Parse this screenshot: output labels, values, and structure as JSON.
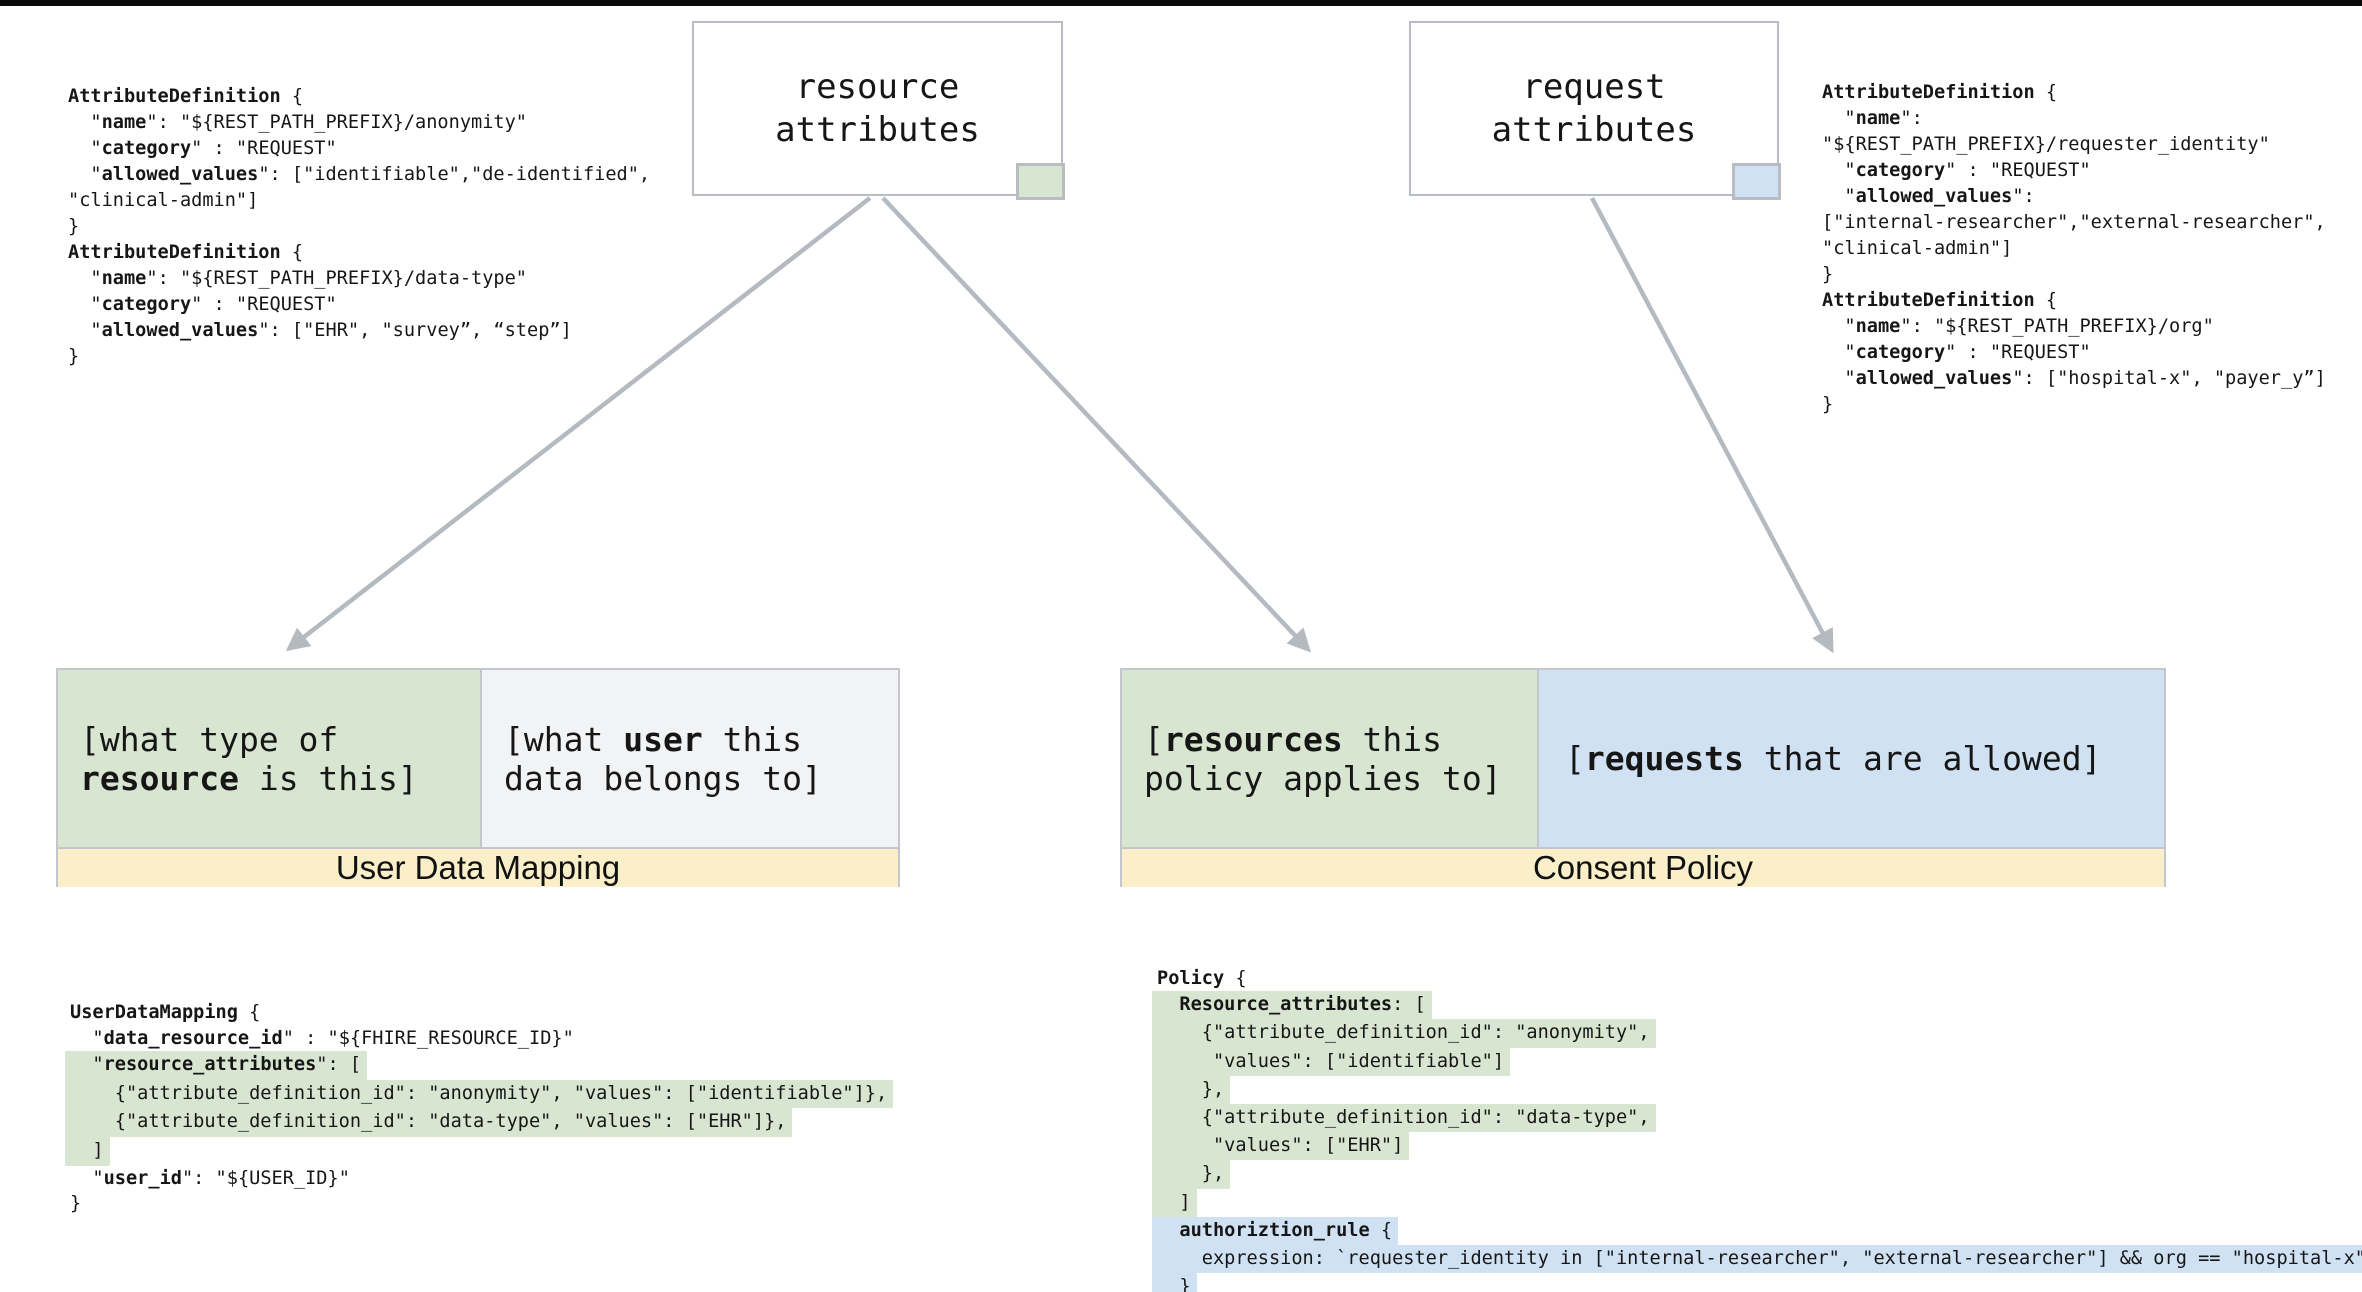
{
  "colors": {
    "green": "#d8e5d0",
    "blue": "#cfe1f2",
    "yellow": "#faefc8",
    "graycell": "#f1f3f4",
    "border": "#b7bdc3",
    "border2": "#c3c7cb",
    "arrow": "#b5bac1"
  },
  "top_boxes": {
    "resource": {
      "label": "resource\nattributes",
      "swatch_color": "#d8e5d0"
    },
    "request": {
      "label": "request\nattributes",
      "swatch_color": "#cfe1f2"
    }
  },
  "mapping_box": {
    "strip_label": "User Data Mapping",
    "cells": [
      {
        "bg": "green",
        "lines": [
          [
            {
              "t": "[what type of"
            }
          ],
          [
            {
              "t": "resource",
              "b": true
            },
            {
              "t": " is this]"
            }
          ]
        ]
      },
      {
        "bg": "gray",
        "lines": [
          [
            {
              "t": "[what "
            },
            {
              "t": "user",
              "b": true
            },
            {
              "t": " this"
            }
          ],
          [
            {
              "t": "data belongs to]"
            }
          ]
        ]
      }
    ]
  },
  "policy_box": {
    "strip_label": "Consent Policy",
    "cells": [
      {
        "bg": "green",
        "lines": [
          [
            {
              "t": "["
            },
            {
              "t": "resources",
              "b": true
            },
            {
              "t": " this"
            }
          ],
          [
            {
              "t": "policy applies to]"
            }
          ]
        ]
      },
      {
        "bg": "blue",
        "lines": [
          [
            {
              "t": "["
            },
            {
              "t": "requests",
              "b": true
            },
            {
              "t": " that are allowed]"
            }
          ]
        ]
      }
    ]
  },
  "code_blocks": {
    "attr_left": {
      "lines": [
        {
          "s": [
            {
              "t": "AttributeDefinition",
              "b": true
            },
            {
              "t": " {"
            }
          ]
        },
        {
          "s": [
            {
              "t": "  \""
            },
            {
              "t": "name",
              "b": true
            },
            {
              "t": "\": \"${REST_PATH_PREFIX}/anonymity\""
            }
          ]
        },
        {
          "s": [
            {
              "t": "  \""
            },
            {
              "t": "category",
              "b": true
            },
            {
              "t": "\" : \"REQUEST\""
            }
          ]
        },
        {
          "s": [
            {
              "t": "  \""
            },
            {
              "t": "allowed_values",
              "b": true
            },
            {
              "t": "\": [\"identifiable\",\"de-identified\","
            }
          ]
        },
        {
          "s": [
            {
              "t": "\"clinical-admin\"]"
            }
          ]
        },
        {
          "s": [
            {
              "t": "}"
            }
          ]
        },
        {
          "s": [
            {
              "t": "AttributeDefinition",
              "b": true
            },
            {
              "t": " {"
            }
          ]
        },
        {
          "s": [
            {
              "t": "  \""
            },
            {
              "t": "name",
              "b": true
            },
            {
              "t": "\": \"${REST_PATH_PREFIX}/data-type\""
            }
          ]
        },
        {
          "s": [
            {
              "t": "  \""
            },
            {
              "t": "category",
              "b": true
            },
            {
              "t": "\" : \"REQUEST\""
            }
          ]
        },
        {
          "s": [
            {
              "t": "  \""
            },
            {
              "t": "allowed_values",
              "b": true
            },
            {
              "t": "\": [\"EHR\", \"survey”, “step”]"
            }
          ]
        },
        {
          "s": [
            {
              "t": "}"
            }
          ]
        }
      ]
    },
    "attr_right": {
      "lines": [
        {
          "s": [
            {
              "t": "AttributeDefinition",
              "b": true
            },
            {
              "t": " {"
            }
          ]
        },
        {
          "s": [
            {
              "t": "  \""
            },
            {
              "t": "name",
              "b": true
            },
            {
              "t": "\":"
            }
          ]
        },
        {
          "s": [
            {
              "t": "\"${REST_PATH_PREFIX}/requester_identity\""
            }
          ]
        },
        {
          "s": [
            {
              "t": "  \""
            },
            {
              "t": "category",
              "b": true
            },
            {
              "t": "\" : \"REQUEST\""
            }
          ]
        },
        {
          "s": [
            {
              "t": "  \""
            },
            {
              "t": "allowed_values",
              "b": true
            },
            {
              "t": "\":"
            }
          ]
        },
        {
          "s": [
            {
              "t": "[\"internal-researcher\",\"external-researcher\","
            }
          ]
        },
        {
          "s": [
            {
              "t": "\"clinical-admin\"]"
            }
          ]
        },
        {
          "s": [
            {
              "t": "}"
            }
          ]
        },
        {
          "s": [
            {
              "t": "AttributeDefinition",
              "b": true
            },
            {
              "t": " {"
            }
          ]
        },
        {
          "s": [
            {
              "t": "  \""
            },
            {
              "t": "name",
              "b": true
            },
            {
              "t": "\": \"${REST_PATH_PREFIX}/org\""
            }
          ]
        },
        {
          "s": [
            {
              "t": "  \""
            },
            {
              "t": "category",
              "b": true
            },
            {
              "t": "\" : \"REQUEST\""
            }
          ]
        },
        {
          "s": [
            {
              "t": "  \""
            },
            {
              "t": "allowed_values",
              "b": true
            },
            {
              "t": "\": [\"hospital-x\", \"payer_y”]"
            }
          ]
        },
        {
          "s": [
            {
              "t": "}"
            }
          ]
        }
      ]
    },
    "user_data_mapping": {
      "lines": [
        {
          "s": [
            {
              "t": "UserDataMapping",
              "b": true
            },
            {
              "t": " {"
            }
          ]
        },
        {
          "s": [
            {
              "t": "  \""
            },
            {
              "t": "data_resource_id",
              "b": true
            },
            {
              "t": "\" : \"${FHIRE_RESOURCE_ID}\""
            }
          ]
        },
        {
          "hl": "green",
          "s": [
            {
              "t": "  \""
            },
            {
              "t": "resource_attributes",
              "b": true
            },
            {
              "t": "\": ["
            }
          ]
        },
        {
          "hl": "green",
          "s": [
            {
              "t": "    {\"attribute_definition_id\": \"anonymity\", \"values\": [\"identifiable\"]},"
            }
          ]
        },
        {
          "hl": "green",
          "s": [
            {
              "t": "    {\"attribute_definition_id\": \"data-type\", \"values\": [\"EHR\"]},"
            }
          ]
        },
        {
          "hl": "green",
          "s": [
            {
              "t": "  ]"
            }
          ]
        },
        {
          "s": [
            {
              "t": "  \""
            },
            {
              "t": "user_id",
              "b": true
            },
            {
              "t": "\": \"${USER_ID}\""
            }
          ]
        },
        {
          "s": [
            {
              "t": "}"
            }
          ]
        }
      ]
    },
    "policy": {
      "lines": [
        {
          "s": [
            {
              "t": "Policy",
              "b": true
            },
            {
              "t": " {"
            }
          ]
        },
        {
          "hl": "green",
          "s": [
            {
              "t": "  "
            },
            {
              "t": "Resource_attributes",
              "b": true
            },
            {
              "t": ": ["
            }
          ]
        },
        {
          "hl": "green",
          "s": [
            {
              "t": "    {\"attribute_definition_id\": \"anonymity\","
            }
          ]
        },
        {
          "hl": "green",
          "s": [
            {
              "t": "     \"values\": [\"identifiable\"]"
            }
          ]
        },
        {
          "hl": "green",
          "s": [
            {
              "t": "    },"
            }
          ]
        },
        {
          "hl": "green",
          "s": [
            {
              "t": "    {\"attribute_definition_id\": \"data-type\","
            }
          ]
        },
        {
          "hl": "green",
          "s": [
            {
              "t": "     \"values\": [\"EHR\"]"
            }
          ]
        },
        {
          "hl": "green",
          "s": [
            {
              "t": "    },"
            }
          ]
        },
        {
          "hl": "green",
          "s": [
            {
              "t": "  ]"
            }
          ]
        },
        {
          "hl": "blue",
          "s": [
            {
              "t": "  "
            },
            {
              "t": "authoriztion_rule",
              "b": true
            },
            {
              "t": " {"
            }
          ]
        },
        {
          "hl": "blue",
          "s": [
            {
              "t": "    expression: `requester_identity in [\"internal-researcher\", \"external-researcher\"] && org == \"hospital-x\"`"
            }
          ]
        },
        {
          "hl": "blue",
          "s": [
            {
              "t": "  }"
            }
          ]
        },
        {
          "s": [
            {
              "t": "}"
            }
          ]
        }
      ]
    }
  }
}
